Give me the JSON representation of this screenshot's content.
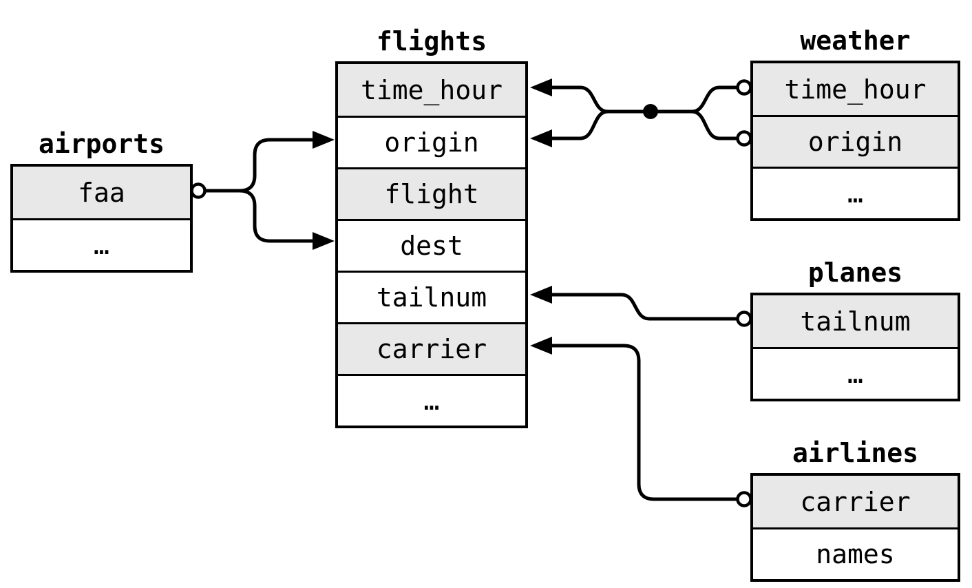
{
  "tables": [
    {
      "id": "airports",
      "name": "airports",
      "rows": [
        {
          "label": "faa",
          "shaded": true
        },
        {
          "label": "…",
          "shaded": false
        }
      ]
    },
    {
      "id": "flights",
      "name": "flights",
      "rows": [
        {
          "label": "time_hour",
          "shaded": true
        },
        {
          "label": "origin",
          "shaded": false
        },
        {
          "label": "flight",
          "shaded": true
        },
        {
          "label": "dest",
          "shaded": false
        },
        {
          "label": "tailnum",
          "shaded": false
        },
        {
          "label": "carrier",
          "shaded": true
        },
        {
          "label": "…",
          "shaded": false
        }
      ]
    },
    {
      "id": "weather",
      "name": "weather",
      "rows": [
        {
          "label": "time_hour",
          "shaded": true
        },
        {
          "label": "origin",
          "shaded": true
        },
        {
          "label": "…",
          "shaded": false
        }
      ]
    },
    {
      "id": "planes",
      "name": "planes",
      "rows": [
        {
          "label": "tailnum",
          "shaded": true
        },
        {
          "label": "…",
          "shaded": false
        }
      ]
    },
    {
      "id": "airlines",
      "name": "airlines",
      "rows": [
        {
          "label": "carrier",
          "shaded": true
        },
        {
          "label": "names",
          "shaded": false
        }
      ]
    }
  ],
  "relations": [
    {
      "from": "airports.faa",
      "to": "flights.origin",
      "end_from": "circle",
      "end_to": "arrow"
    },
    {
      "from": "airports.faa",
      "to": "flights.dest",
      "end_from": "circle",
      "end_to": "arrow"
    },
    {
      "from": "weather.time_hour",
      "to": "flights.time_hour",
      "end_from": "circle",
      "end_to": "arrow",
      "compound_with": "weather.origin"
    },
    {
      "from": "weather.origin",
      "to": "flights.origin",
      "end_from": "circle",
      "end_to": "arrow",
      "compound_with": "weather.time_hour"
    },
    {
      "from": "planes.tailnum",
      "to": "flights.tailnum",
      "end_from": "circle",
      "end_to": "arrow"
    },
    {
      "from": "airlines.carrier",
      "to": "flights.carrier",
      "end_from": "circle",
      "end_to": "arrow"
    }
  ],
  "colors": {
    "shaded_row": "#e8e8e8",
    "plain_row": "#ffffff",
    "line": "#000000",
    "background": "#ffffff"
  }
}
